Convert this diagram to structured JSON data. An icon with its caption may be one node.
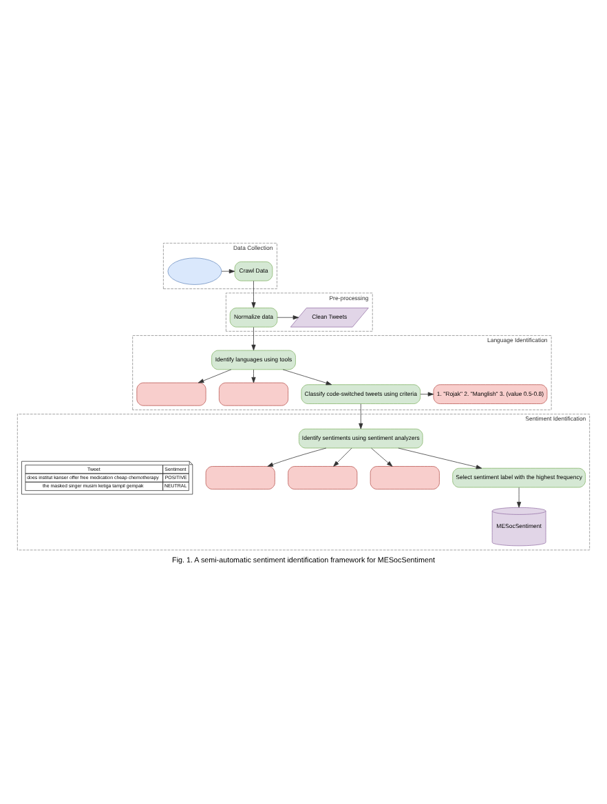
{
  "diagram": {
    "caption": "Fig. 1. A semi-automatic sentiment identification framework for MESocSentiment",
    "nodes": [
      {
        "text": [
          "Data Collection"
        ]
      },
      {
        "text": [
          "Crawl Data"
        ],
        "in": 0
      },
      {
        "text": [],
        "shape": "cloud",
        "in": 0
      },
      {
        "text": [
          "Pre-processing"
        ]
      },
      {
        "text": [
          "Normalize data"
        ],
        "in": 3
      },
      {
        "text": [
          "Clean Tweets"
        ],
        "in": 3
      },
      {
        "text": [
          "Language Identification"
        ]
      },
      {
        "text": [
          "Identify languages using tools"
        ],
        "in": 6
      },
      {
        "text": [],
        "shape": "box",
        "in": 6
      },
      {
        "text": [],
        "shape": "box",
        "in": 6
      },
      {
        "text": [
          "Classify code-switched tweets using criteria"
        ],
        "in": 6
      },
      {
        "text": [
          "1. \"Rojak\" 2. \"Manglish\" 3. (value 0.5-0.8)"
        ],
        "in": 6
      },
      {
        "text": [
          "Sentiment Identification"
        ]
      },
      {
        "text": [
          "Identify sentiments using sentiment analyzers"
        ],
        "in": 12
      },
      {
        "text": [],
        "shape": "box",
        "in": 12
      },
      {
        "text": [],
        "shape": "box",
        "in": 12
      },
      {
        "text": [],
        "shape": "box",
        "in": 12
      },
      {
        "text": [
          "Select sentiment label with the highest frequency"
        ],
        "in": 12
      },
      {
        "text": [
          "MESocSentiment"
        ],
        "in": 12
      },
      {
        "text": [
          "Tweet",
          "Sentiment",
          "does institut kanser offer free medication cheap chemotherapy",
          "POSITIVE",
          "the masked singer musim ketiga tampil gempak",
          "NEUTRAL"
        ],
        "in": 12
      }
    ],
    "edges": [
      {
        "from": 2,
        "to": 1,
        "arrow": "to"
      },
      {
        "from": 1,
        "to": 4,
        "arrow": "to"
      },
      {
        "from": 4,
        "to": 5,
        "arrow": "to"
      },
      {
        "from": 4,
        "to": 7,
        "arrow": "to"
      },
      {
        "from": 7,
        "to": 8,
        "arrow": "to"
      },
      {
        "from": 7,
        "to": 9,
        "arrow": "to"
      },
      {
        "from": 7,
        "to": 10,
        "arrow": "to"
      },
      {
        "from": 10,
        "to": 11,
        "arrow": "to"
      },
      {
        "from": 10,
        "to": 13,
        "arrow": "to"
      },
      {
        "from": 13,
        "to": 14,
        "arrow": "to"
      },
      {
        "from": 13,
        "to": 15,
        "arrow": "to"
      },
      {
        "from": 13,
        "to": 16,
        "arrow": "to"
      },
      {
        "from": 13,
        "to": 17,
        "arrow": "to"
      },
      {
        "from": 17,
        "to": 18,
        "arrow": "to"
      }
    ]
  }
}
